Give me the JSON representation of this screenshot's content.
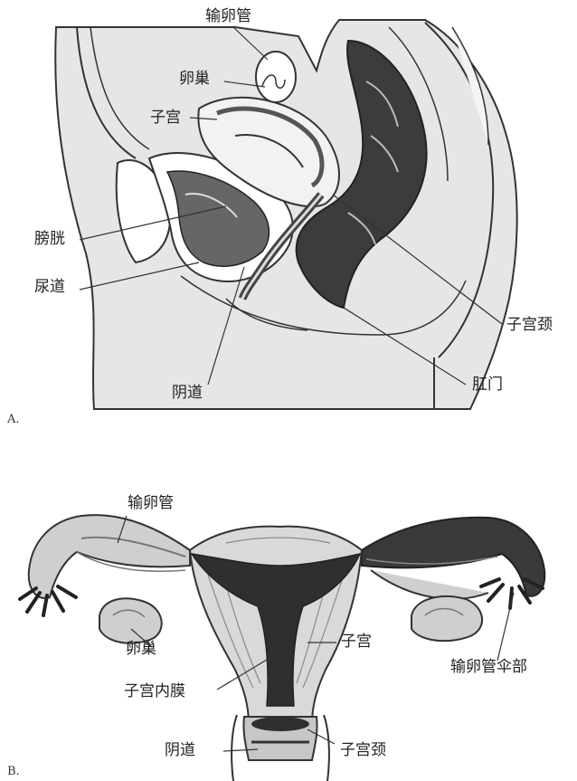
{
  "figure_a": {
    "panel_label": "A.",
    "labels": {
      "fallopian_tube": "输卵管",
      "ovary": "卵巢",
      "uterus": "子宫",
      "bladder": "膀胱",
      "urethra": "尿道",
      "vagina": "阴道",
      "cervix": "子宫颈",
      "anus": "肛门"
    }
  },
  "figure_b": {
    "panel_label": "B.",
    "labels": {
      "fallopian_tube": "输卵管",
      "ovary": "卵巢",
      "uterus": "子宫",
      "endometrium": "子宫内膜",
      "fimbriae": "输卵管伞部",
      "vagina": "阴道",
      "cervix": "子宫颈"
    }
  }
}
